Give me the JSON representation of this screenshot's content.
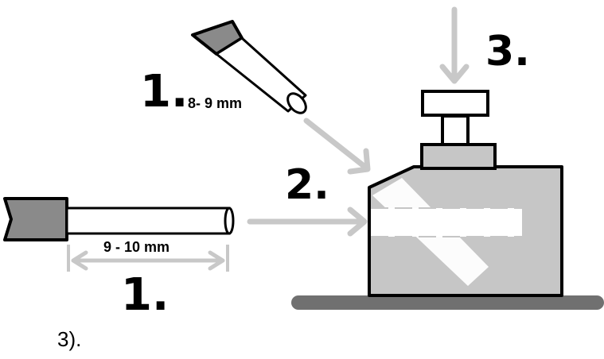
{
  "steps": {
    "strip_single": "1.",
    "strip_stranded": "1.",
    "insert": "2.",
    "press": "3."
  },
  "dimensions": {
    "single_wire": "8- 9 mm",
    "stranded_wire": "9 - 10 mm"
  },
  "caption": "3).",
  "colors": {
    "arrow": "#c8c8c8",
    "connector_body": "#c6c6c6",
    "base": "#707070",
    "outline": "#000000",
    "background": "#ffffff"
  }
}
